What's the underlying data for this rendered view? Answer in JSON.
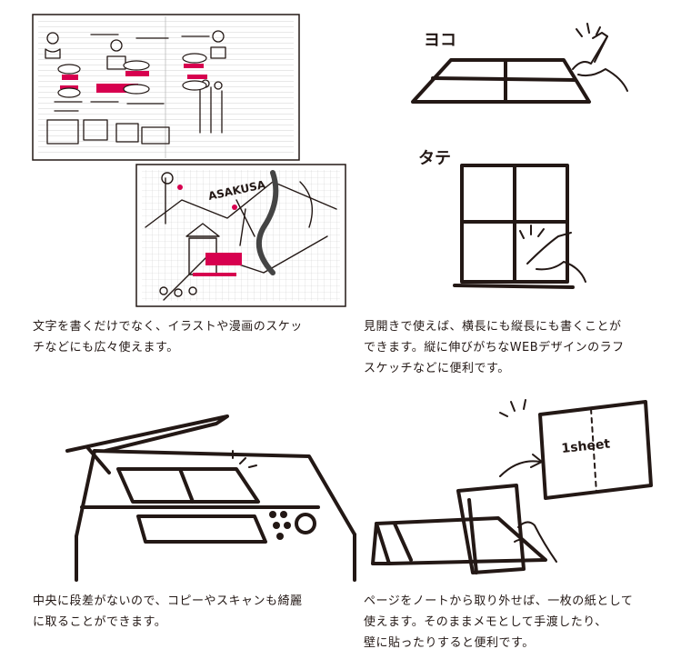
{
  "panels": {
    "sketch": {
      "caption": "文字を書くだけでなく、イラストや漫画のスケッ\nチなどにも広々使えます。",
      "map_label": "ASAKUSA"
    },
    "spread": {
      "label_horizontal": "ヨコ",
      "label_vertical": "タテ",
      "caption": "見開きで使えば、横長にも縦長にも書くことが\nできます。縦に伸びがちなWEBデザインのラフ\nスケッチなどに便利です。"
    },
    "scan": {
      "caption": "中央に段差がないので、コピーやスキャンも綺麗\nに取ることができます。"
    },
    "tear": {
      "sheet_label": "1sheet",
      "caption": "ページをノートから取り外せば、一枚の紙として\n使えます。そのままメモとして手渡したり、\n壁に貼ったりすると便利です。"
    }
  },
  "colors": {
    "ink": "#231815",
    "accent": "#d7004f",
    "grid": "#c8c8c8"
  }
}
